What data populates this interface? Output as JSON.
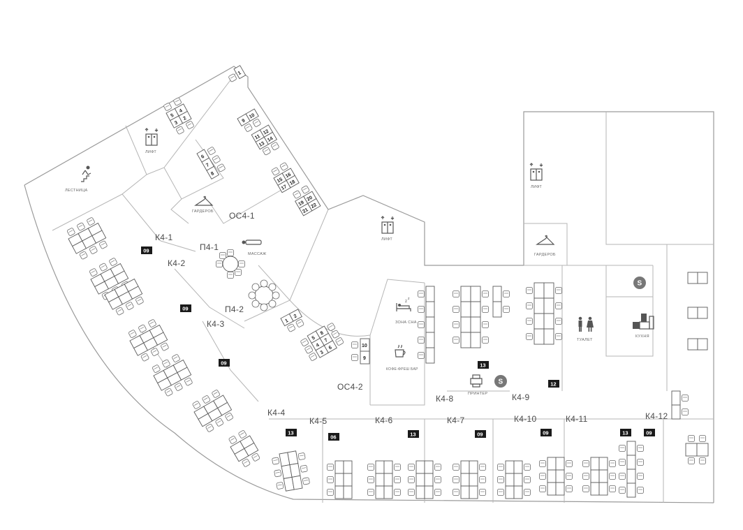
{
  "zones": [
    {
      "id": "OC4-1",
      "label": "ОС4-1"
    },
    {
      "id": "OC4-2",
      "label": "ОС4-2"
    },
    {
      "id": "P4-1",
      "label": "П4-1"
    },
    {
      "id": "P4-2",
      "label": "П4-2"
    },
    {
      "id": "K4-1",
      "label": "К4-1"
    },
    {
      "id": "K4-2",
      "label": "К4-2"
    },
    {
      "id": "K4-3",
      "label": "К4-3"
    },
    {
      "id": "K4-4",
      "label": "К4-4"
    },
    {
      "id": "K4-5",
      "label": "К4-5"
    },
    {
      "id": "K4-6",
      "label": "К4-6"
    },
    {
      "id": "K4-7",
      "label": "К4-7"
    },
    {
      "id": "K4-8",
      "label": "К4-8"
    },
    {
      "id": "K4-9",
      "label": "К4-9"
    },
    {
      "id": "K4-10",
      "label": "К4-10"
    },
    {
      "id": "K4-11",
      "label": "К4-11"
    },
    {
      "id": "K4-12",
      "label": "К4-12"
    }
  ],
  "rooms": {
    "stairs": "ЛЕСТНИЦА",
    "lift": "ЛИФТ",
    "wardrobe": "ГАРДЕРОБ",
    "massage": "МАССАЖ",
    "sleep_zone": "ЗОНА СНА",
    "coffee_bar": "КОФЕ-ФРЕШ БАР",
    "printer": "ПРИНТЕР",
    "toilet": "ТУАЛЕТ",
    "kitchen": "КУХНЯ"
  },
  "badges": [
    "09",
    "09",
    "09",
    "13",
    "06",
    "13",
    "09",
    "09",
    "13",
    "09",
    "13",
    "12"
  ],
  "seat_numbers": {
    "cluster_a": [
      "1"
    ],
    "cluster_b": [
      "5",
      "4",
      "3",
      "2"
    ],
    "cluster_c": [
      "6",
      "7",
      "8"
    ],
    "cluster_d": [
      "9",
      "10",
      "11",
      "12",
      "13",
      "14"
    ],
    "cluster_e": [
      "15",
      "16",
      "17",
      "18",
      "19",
      "20",
      "21",
      "22"
    ],
    "cluster_f": [
      "1",
      "2"
    ],
    "cluster_g": [
      "5",
      "8",
      "4",
      "7",
      "3",
      "6"
    ],
    "cluster_h": [
      "10",
      "9"
    ]
  },
  "colors": {
    "wall": "#9a9a9a",
    "badge": "#1a1a1a",
    "text": "#4a4a4a",
    "background": "#ffffff"
  }
}
